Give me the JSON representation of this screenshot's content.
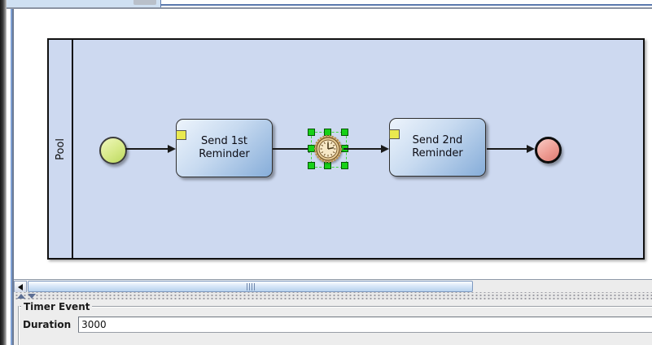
{
  "colors": {
    "pool_fill": "#cdd9f0",
    "task_fill_gradient_end": "#86add9",
    "start_event_fill": "#d6e987",
    "end_event_fill": "#ee9c93",
    "timer_face_fill": "#f7e8c6",
    "selection_green": "#17d117",
    "task_badge_yellow": "#e9e94f"
  },
  "canvas": {
    "pool_label": "Pool",
    "tasks": [
      {
        "label": "Send 1st\nReminder"
      },
      {
        "label": "Send 2nd\nReminder"
      }
    ]
  },
  "properties": {
    "group_title": "Timer Event",
    "duration_label": "Duration",
    "duration_value": "3000"
  }
}
